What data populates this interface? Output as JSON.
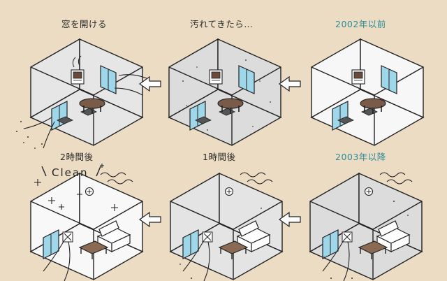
{
  "row1": {
    "panel_open": "窓を開ける",
    "panel_dirty": "汚れてきたら…",
    "panel_before": "2002年以前"
  },
  "row2": {
    "panel_2h": "2時間後",
    "panel_1h": "1時間後",
    "panel_after": "2003年以降"
  },
  "annotation_clean": "Clean",
  "colors": {
    "background": "#ecdcc4",
    "teal_label": "#2b8c96",
    "room_floor": "#e9e9e9",
    "room_dirty": "#d9d9d9",
    "window": "#9fd7ea",
    "furniture": "#7a5a48"
  }
}
